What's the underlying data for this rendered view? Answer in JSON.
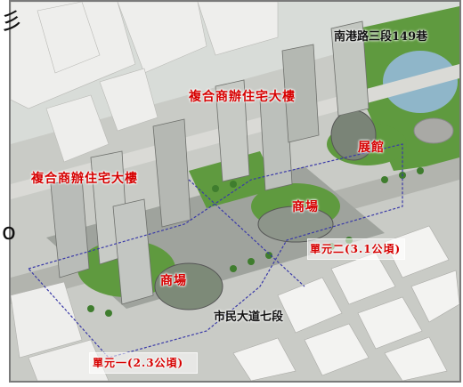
{
  "labels": {
    "street_top": "南港路三段149巷",
    "mixed_residential_center": "複合商辦住宅大樓",
    "mixed_residential_left": "複合商辦住宅大樓",
    "museum": "展館",
    "mall_right": "商場",
    "mall_left": "商場",
    "boulevard": "市民大道七段",
    "unit_two": "單元二(3.1公頃)",
    "unit_one": "單元一(2.3公頃)"
  },
  "edge_glyphs": {
    "top_left": "彡",
    "left_dot": "o"
  },
  "colors": {
    "label_red": "#d60000",
    "boundary_line": "#3a3aa8",
    "greenery": "#5f9a3f",
    "water": "#8fb6c9"
  }
}
